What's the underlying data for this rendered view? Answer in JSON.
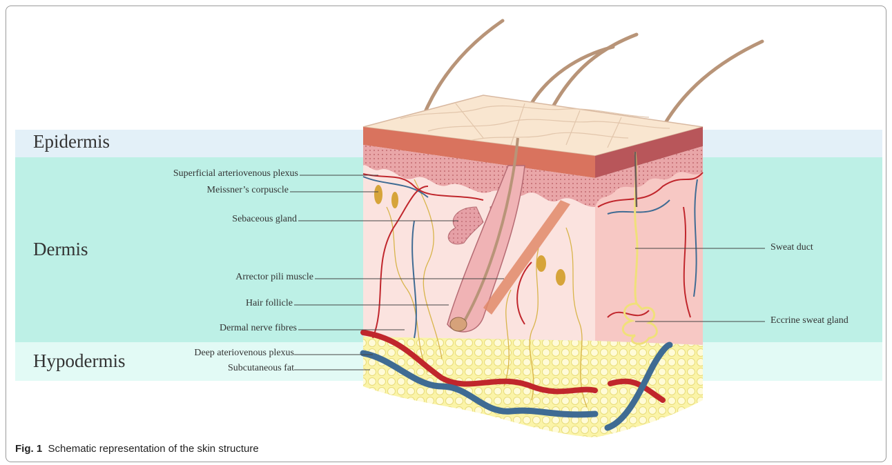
{
  "layers": {
    "epidermis": "Epidermis",
    "dermis": "Dermis",
    "hypodermis": "Hypodermis"
  },
  "labels": {
    "superficial_plexus": "Superficial arteriovenous plexus",
    "meissner": "Meissner’s corpuscle",
    "sebaceous": "Sebaceous gland",
    "arrector": "Arrector pili muscle",
    "hair_follicle": "Hair follicle",
    "dermal_nerve": "Dermal nerve fibres",
    "deep_plexus": "Deep ateriovenous plexus",
    "subcutaneous_fat": "Subcutaneous fat",
    "sweat_duct": "Sweat duct",
    "eccrine": "Eccrine sweat gland"
  },
  "caption": {
    "prefix": "Fig. 1",
    "text": "Schematic representation of the skin structure"
  },
  "colors": {
    "epidermis_band": "#e3f0f8",
    "dermis_band": "#bdf0e6",
    "hypodermis_band": "#e2faf5",
    "artery": "#c0262c",
    "vein": "#3f6b93",
    "nerve": "#d8b44a",
    "fat": "#f7f0a0",
    "dermis_tissue": "#f8d8d6"
  }
}
